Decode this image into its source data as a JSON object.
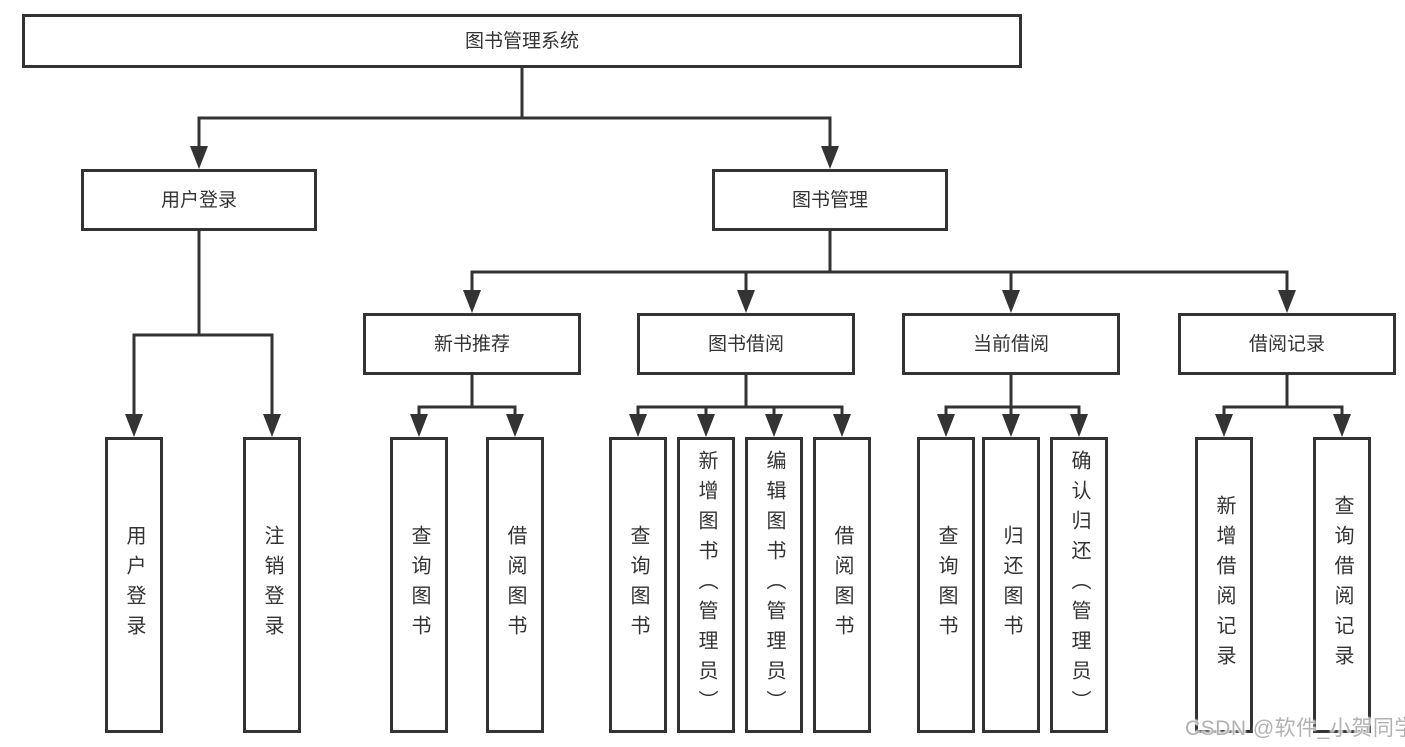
{
  "diagram": {
    "root": {
      "label": "图书管理系统"
    },
    "branches": [
      {
        "label": "用户登录",
        "children": [
          {
            "label": "用户登录"
          },
          {
            "label": "注销登录"
          }
        ]
      },
      {
        "label": "图书管理",
        "children": [
          {
            "label": "新书推荐",
            "children": [
              {
                "label": "查询图书"
              },
              {
                "label": "借阅图书"
              }
            ]
          },
          {
            "label": "图书借阅",
            "children": [
              {
                "label": "查询图书"
              },
              {
                "label": "新增图书（管理员）"
              },
              {
                "label": "编辑图书（管理员）"
              },
              {
                "label": "借阅图书"
              }
            ]
          },
          {
            "label": "当前借阅",
            "children": [
              {
                "label": "查询图书"
              },
              {
                "label": "归还图书"
              },
              {
                "label": "确认归还（管理员）"
              }
            ]
          },
          {
            "label": "借阅记录",
            "children": [
              {
                "label": "新增借阅记录"
              },
              {
                "label": "查询借阅记录"
              }
            ]
          }
        ]
      }
    ]
  },
  "watermark": {
    "text": "CSDN @软件_小贺同学"
  },
  "colors": {
    "line": "#333333",
    "background": "#ffffff",
    "watermark": "#b2b2b2"
  }
}
